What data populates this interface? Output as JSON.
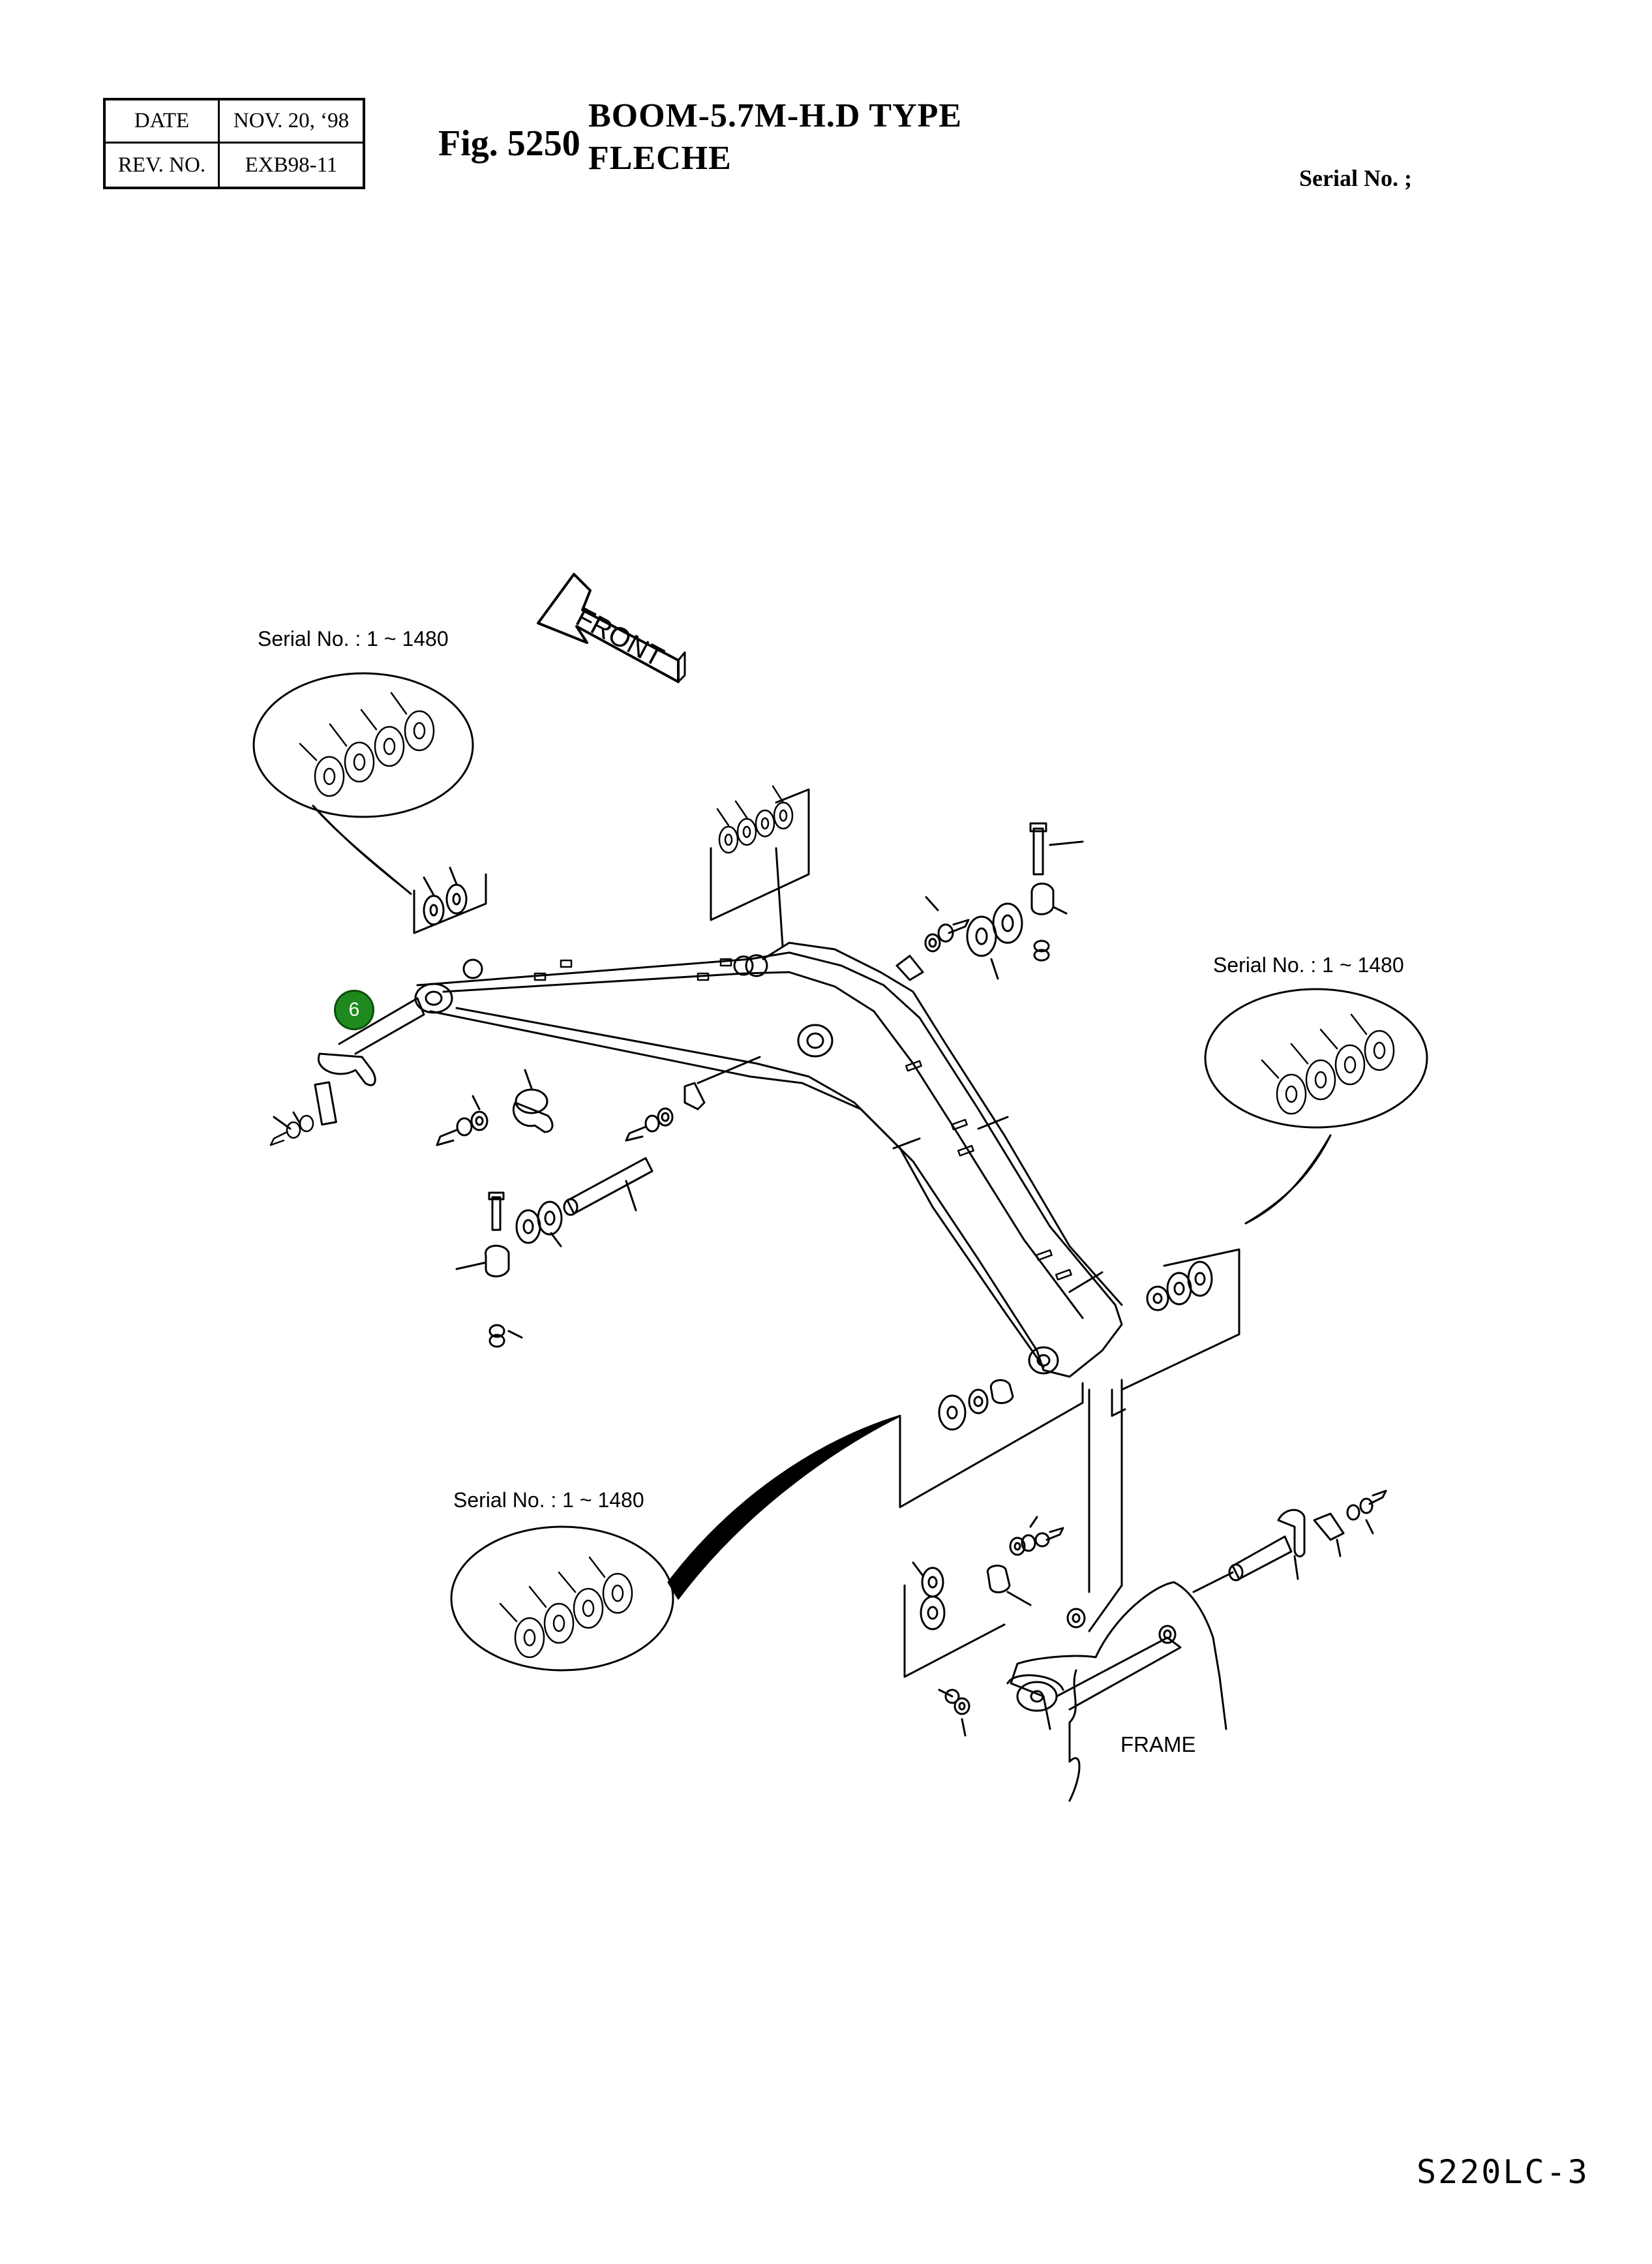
{
  "header": {
    "date_label": "DATE",
    "date_value": "NOV. 20, ‘98",
    "rev_label": "REV. NO.",
    "rev_value": "EXB98-11",
    "fig_number": "Fig. 5250",
    "title_en": "BOOM-5.7M-H.D TYPE",
    "title_fr": "FLECHE",
    "serial_label": "Serial No. ;"
  },
  "diagram": {
    "front_label": "FRONT",
    "serial_note": "Serial No. : 1 ~ 1480",
    "frame_label": "FRAME",
    "callout": "6"
  },
  "footer": {
    "model_code": "S220LC-3"
  },
  "colors": {
    "callout_fill": "#1e8a1e",
    "line": "#000000"
  }
}
